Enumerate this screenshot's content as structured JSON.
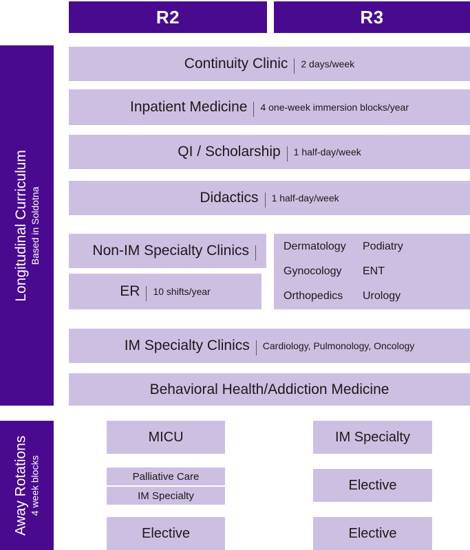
{
  "columns": {
    "r2": "R2",
    "r3": "R3"
  },
  "sidebars": {
    "longitudinal": {
      "title": "Longitudinal Curriculum",
      "subtitle": "Based in Soldotna"
    },
    "away": {
      "title": "Away Rotations",
      "subtitle": "4 week blocks"
    }
  },
  "longitudinal_rows": [
    {
      "label": "Continuity Clinic",
      "detail": "2 days/week"
    },
    {
      "label": "Inpatient Medicine",
      "detail": "4 one-week immersion blocks/year"
    },
    {
      "label": "QI / Scholarship",
      "detail": "1 half-day/week"
    },
    {
      "label": "Didactics",
      "detail": "1 half-day/week"
    },
    {
      "label": "Non-IM Specialty Clinics",
      "detail": ""
    },
    {
      "label": "ER",
      "detail": "10 shifts/year"
    },
    {
      "label": "IM Specialty Clinics",
      "detail": "Cardiology, Pulmonology, Oncology"
    },
    {
      "label": "Behavioral Health/Addiction Medicine",
      "detail": ""
    }
  ],
  "non_im_specialties": [
    {
      "col1": "Dermatology",
      "col2": "Podiatry"
    },
    {
      "col1": "Gynocology",
      "col2": "ENT"
    },
    {
      "col1": "Orthopedics",
      "col2": "Urology"
    }
  ],
  "away_rotations": {
    "r2": [
      {
        "label": "MICU",
        "size": "large"
      },
      {
        "label": "Palliative Care",
        "size": "small"
      },
      {
        "label": "IM Specialty",
        "size": "small"
      },
      {
        "label": "Elective",
        "size": "large"
      }
    ],
    "r3": [
      {
        "label": "IM Specialty",
        "size": "large"
      },
      {
        "label": "Elective",
        "size": "large"
      },
      {
        "label": "Elective",
        "size": "large"
      }
    ]
  },
  "colors": {
    "deep_purple": "#4a0a8f",
    "light_lavender": "#cdbfe2",
    "background": "#ffffff",
    "text_dark": "#1a1a1a",
    "text_light": "#ffffff"
  }
}
